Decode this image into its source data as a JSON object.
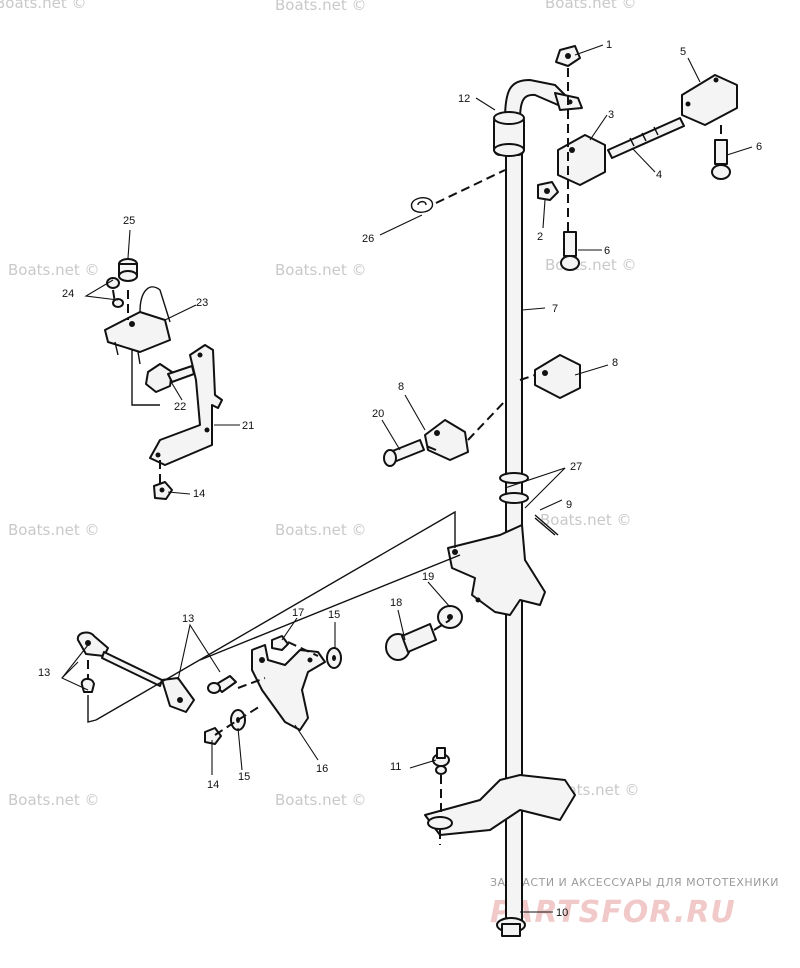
{
  "labels": [
    "1",
    "2",
    "3",
    "4",
    "5",
    "6",
    "6",
    "7",
    "8",
    "8",
    "9",
    "10",
    "11",
    "12",
    "13",
    "13",
    "14",
    "14",
    "15",
    "15",
    "16",
    "17",
    "18",
    "19",
    "20",
    "21",
    "22",
    "23",
    "24",
    "25",
    "26",
    "27"
  ],
  "watermarks": [
    "Boats.net ©",
    "Boats.net ©",
    "Boats.net ©",
    "Boats.net ©",
    "Boats.net ©",
    "Boats.net ©",
    "Boats.net ©",
    "Boats.net ©",
    "Boats.net ©",
    "Boats.net ©",
    "Boats.net ©",
    "Boats.net ©"
  ],
  "brand": {
    "tagline": "ЗАПЧАСТИ И АКСЕССУАРЫ ДЛЯ МОТОТЕХНИКИ",
    "name": "PARTSFOR.RU"
  }
}
